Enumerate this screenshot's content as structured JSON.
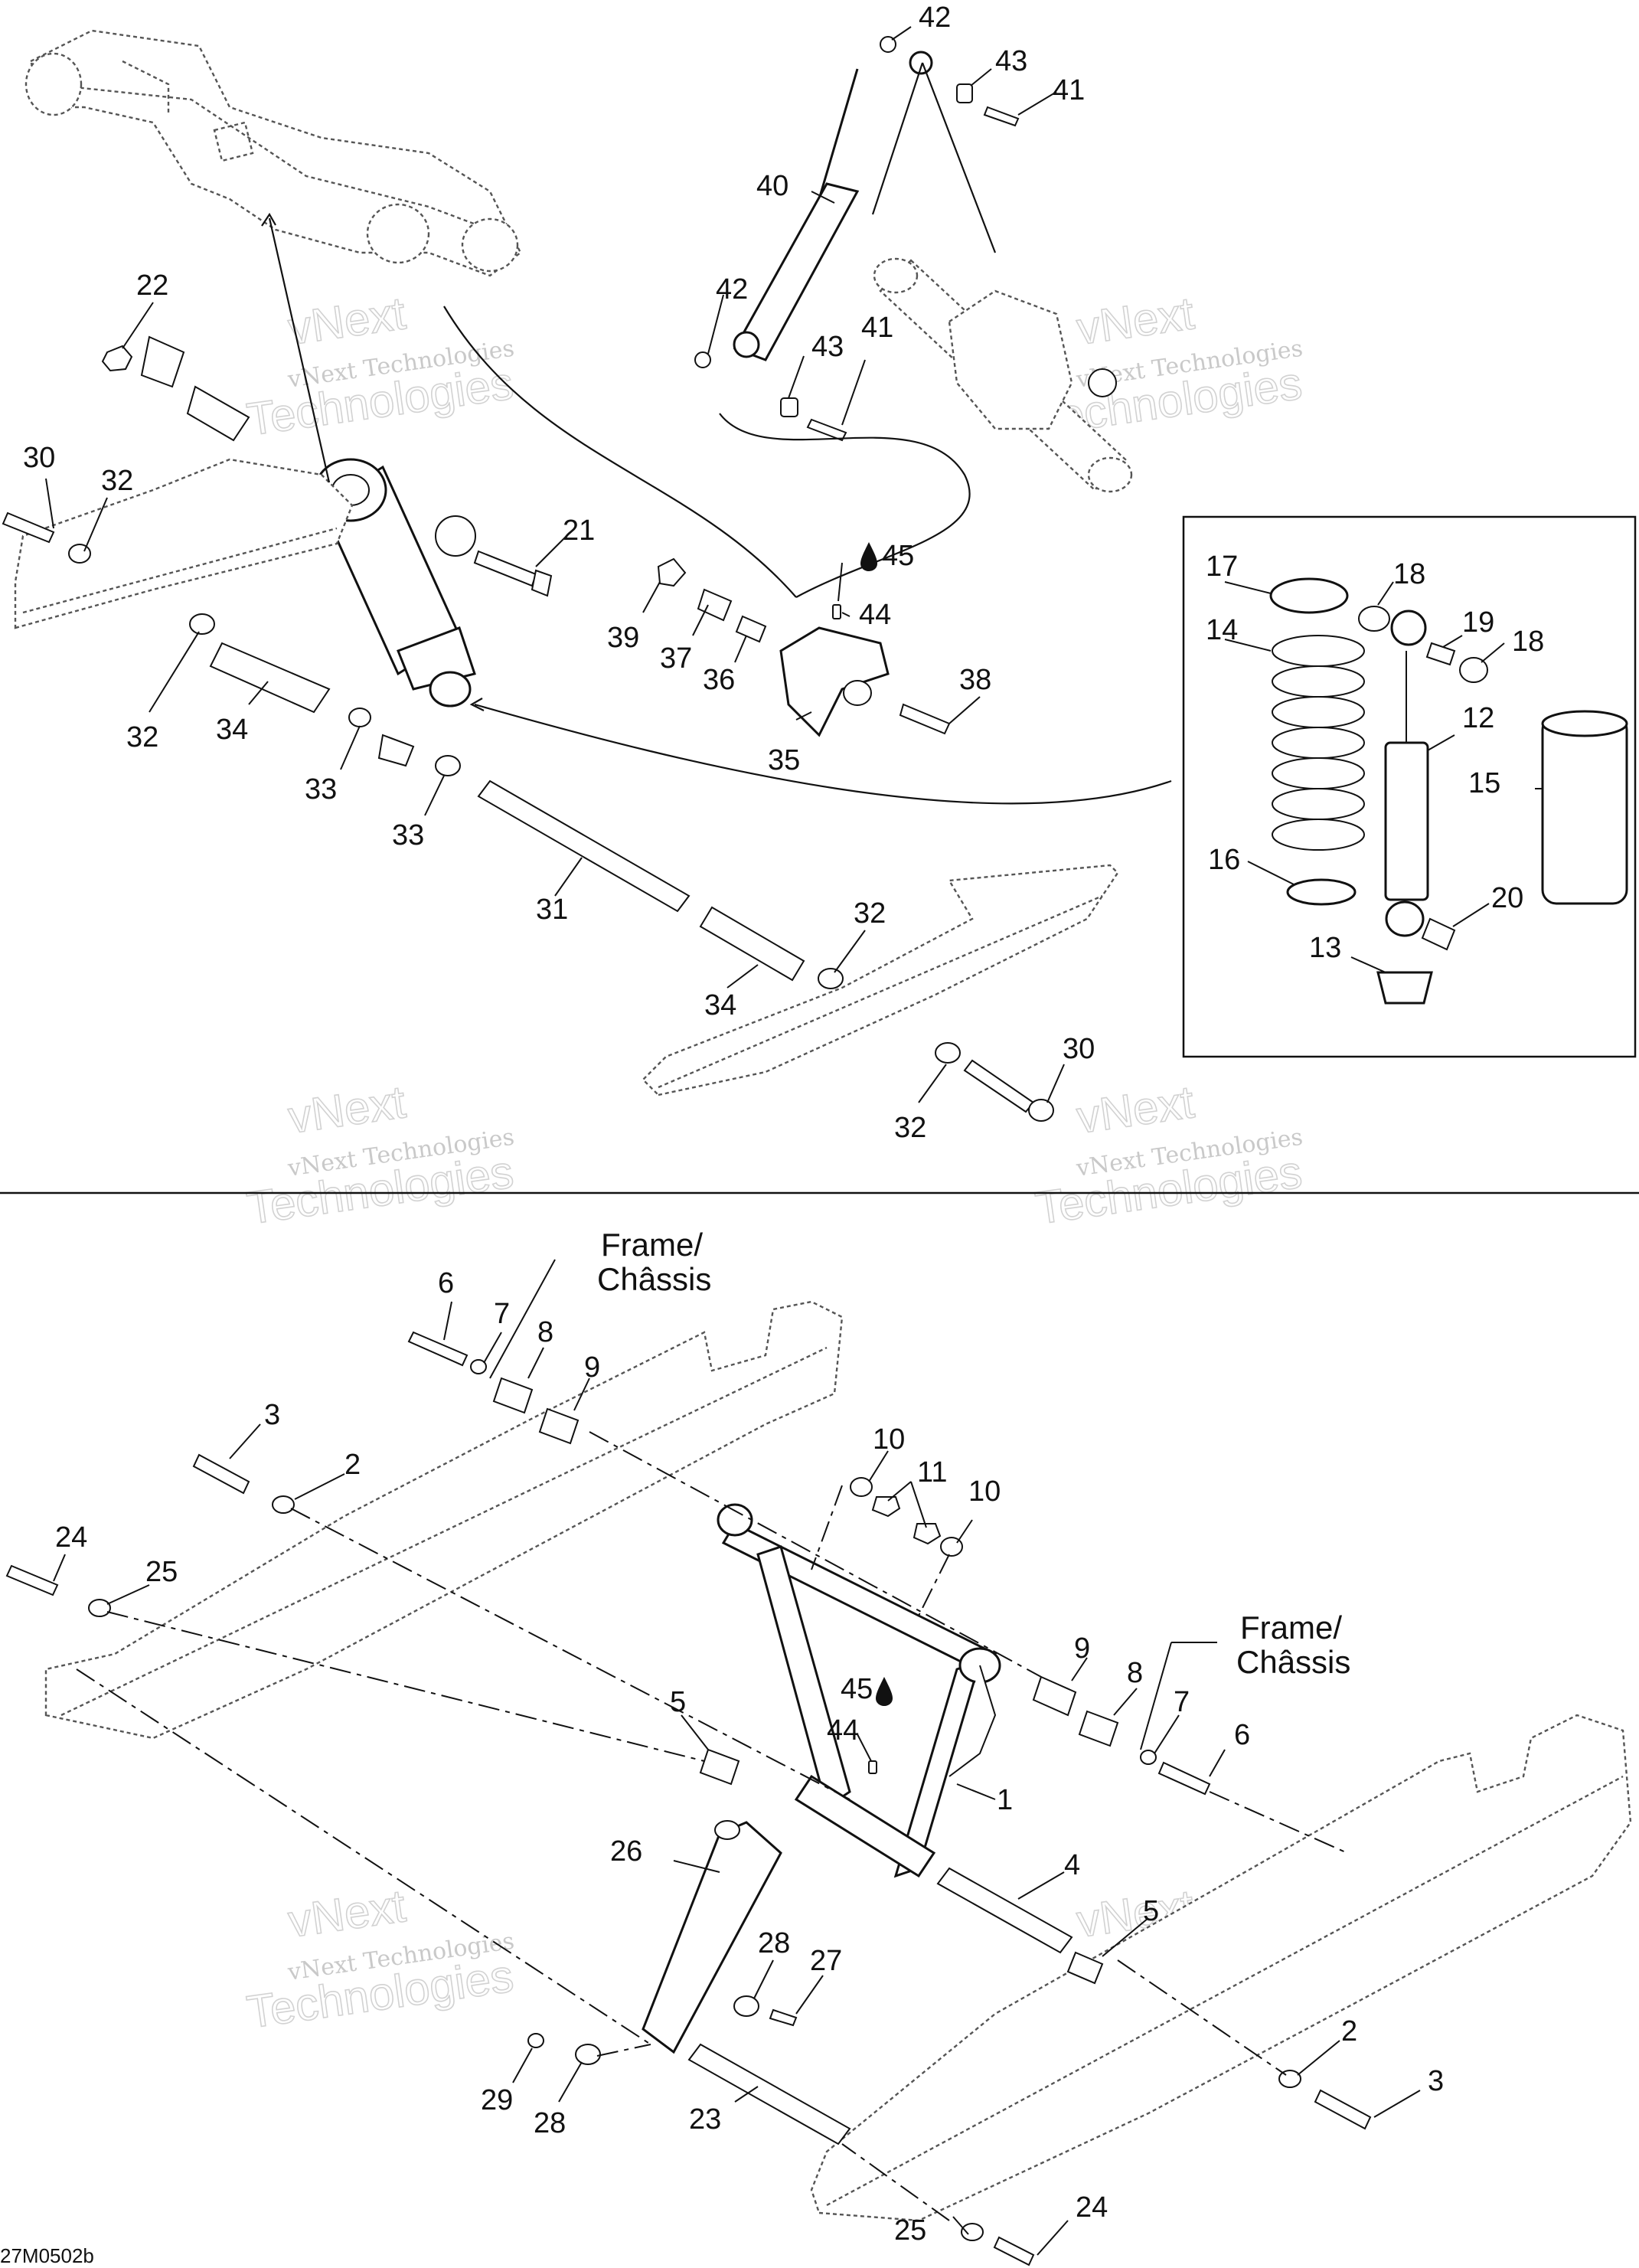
{
  "diagram": {
    "code": "27M0502b",
    "frame_label_line1": "Frame/",
    "frame_label_line2": "Châssis",
    "watermark_line1": "vNext",
    "watermark_line2": "vNext Technologies",
    "watermark_line3": "Technologies",
    "labels": [
      {
        "id": "42a",
        "text": "42"
      },
      {
        "id": "43a",
        "text": "43"
      },
      {
        "id": "41a",
        "text": "41"
      },
      {
        "id": "40",
        "text": "40"
      },
      {
        "id": "22",
        "text": "22"
      },
      {
        "id": "42b",
        "text": "42"
      },
      {
        "id": "43b",
        "text": "43"
      },
      {
        "id": "41b",
        "text": "41"
      },
      {
        "id": "30a",
        "text": "30"
      },
      {
        "id": "32a",
        "text": "32"
      },
      {
        "id": "21",
        "text": "21"
      },
      {
        "id": "45a",
        "text": "45"
      },
      {
        "id": "17",
        "text": "17"
      },
      {
        "id": "18a",
        "text": "18"
      },
      {
        "id": "44a",
        "text": "44"
      },
      {
        "id": "39",
        "text": "39"
      },
      {
        "id": "37",
        "text": "37"
      },
      {
        "id": "36",
        "text": "36"
      },
      {
        "id": "14",
        "text": "14"
      },
      {
        "id": "19",
        "text": "19"
      },
      {
        "id": "18b",
        "text": "18"
      },
      {
        "id": "38",
        "text": "38"
      },
      {
        "id": "32b",
        "text": "32"
      },
      {
        "id": "34a",
        "text": "34"
      },
      {
        "id": "12",
        "text": "12"
      },
      {
        "id": "35",
        "text": "35"
      },
      {
        "id": "15",
        "text": "15"
      },
      {
        "id": "33a",
        "text": "33"
      },
      {
        "id": "33b",
        "text": "33"
      },
      {
        "id": "16",
        "text": "16"
      },
      {
        "id": "20",
        "text": "20"
      },
      {
        "id": "31",
        "text": "31"
      },
      {
        "id": "32c",
        "text": "32"
      },
      {
        "id": "13",
        "text": "13"
      },
      {
        "id": "34b",
        "text": "34"
      },
      {
        "id": "30b",
        "text": "30"
      },
      {
        "id": "32d",
        "text": "32"
      },
      {
        "id": "6a",
        "text": "6"
      },
      {
        "id": "7a",
        "text": "7"
      },
      {
        "id": "8a",
        "text": "8"
      },
      {
        "id": "9a",
        "text": "9"
      },
      {
        "id": "3a",
        "text": "3"
      },
      {
        "id": "2a",
        "text": "2"
      },
      {
        "id": "10a",
        "text": "10"
      },
      {
        "id": "11",
        "text": "11"
      },
      {
        "id": "10b",
        "text": "10"
      },
      {
        "id": "24a",
        "text": "24"
      },
      {
        "id": "25a",
        "text": "25"
      },
      {
        "id": "9b",
        "text": "9"
      },
      {
        "id": "8b",
        "text": "8"
      },
      {
        "id": "7b",
        "text": "7"
      },
      {
        "id": "6b",
        "text": "6"
      },
      {
        "id": "5a",
        "text": "5"
      },
      {
        "id": "45b",
        "text": "45"
      },
      {
        "id": "44b",
        "text": "44"
      },
      {
        "id": "1",
        "text": "1"
      },
      {
        "id": "4",
        "text": "4"
      },
      {
        "id": "26",
        "text": "26"
      },
      {
        "id": "5b",
        "text": "5"
      },
      {
        "id": "28a",
        "text": "28"
      },
      {
        "id": "27",
        "text": "27"
      },
      {
        "id": "2b",
        "text": "2"
      },
      {
        "id": "3b",
        "text": "3"
      },
      {
        "id": "29",
        "text": "29"
      },
      {
        "id": "28b",
        "text": "28"
      },
      {
        "id": "23",
        "text": "23"
      },
      {
        "id": "25b",
        "text": "25"
      },
      {
        "id": "24b",
        "text": "24"
      }
    ]
  }
}
